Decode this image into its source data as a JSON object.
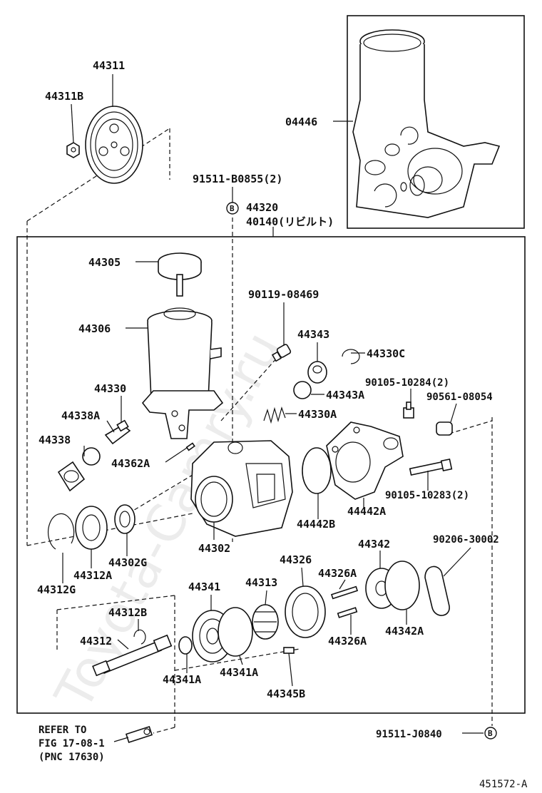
{
  "watermark": "Toyota-Camry.ru",
  "diagram_id": "451572-A",
  "bubble_letter": "B",
  "refer": {
    "line1": "REFER TO",
    "line2": "FIG 17-08-1",
    "line3": "(PNC 17630)"
  },
  "labels": {
    "p44311": "44311",
    "p44311B": "44311B",
    "p04446": "04446",
    "p91511B0855": "91511-B0855(2)",
    "p44320": "44320",
    "p40140": "40140(リビルト)",
    "p44305": "44305",
    "p90119": "90119-08469",
    "p44306": "44306",
    "p44343": "44343",
    "p44330C": "44330C",
    "p90105_10284": "90105-10284(2)",
    "p44330": "44330",
    "p44343A": "44343A",
    "p90561": "90561-08054",
    "p44338A": "44338A",
    "p44330A": "44330A",
    "p44338": "44338",
    "p44362A": "44362A",
    "p90105_10283": "90105-10283(2)",
    "p44442A": "44442A",
    "p44442B": "44442B",
    "p44302": "44302",
    "p44302G": "44302G",
    "p44312A": "44312A",
    "p44312G": "44312G",
    "p44326": "44326",
    "p44342": "44342",
    "p90206": "90206-30002",
    "p44341": "44341",
    "p44313": "44313",
    "p44326A_1": "44326A",
    "p44312B": "44312B",
    "p44312": "44312",
    "p44342A": "44342A",
    "p44326A_2": "44326A",
    "p44341A_1": "44341A",
    "p44341A_2": "44341A",
    "p44345B": "44345B",
    "p91511J0840": "91511-J0840"
  }
}
